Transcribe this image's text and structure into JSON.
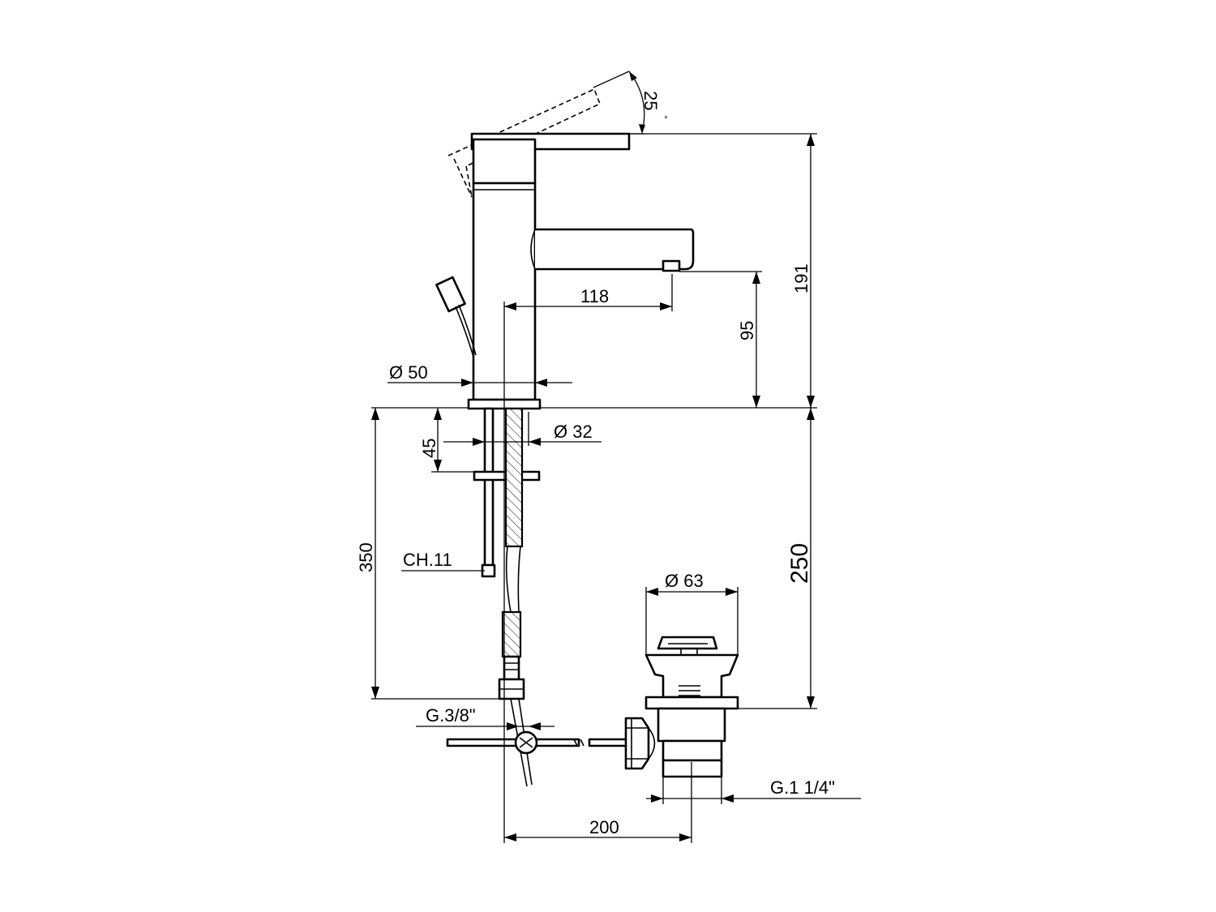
{
  "dimensions": {
    "lever_angle": "25",
    "lever_angle_unit": "°",
    "spout_reach": "118",
    "spout_height": "95",
    "overall_height": "191",
    "body_diameter": "Ø 50",
    "shank_length": "45",
    "shank_diameter": "Ø 32",
    "hose_length": "350",
    "spanner_size": "CH.11",
    "waste_height": "250",
    "waste_diameter": "Ø 63",
    "hose_connection": "G.3/8\"",
    "waste_thread": "G.1 1/4\"",
    "centre_distance": "200"
  }
}
